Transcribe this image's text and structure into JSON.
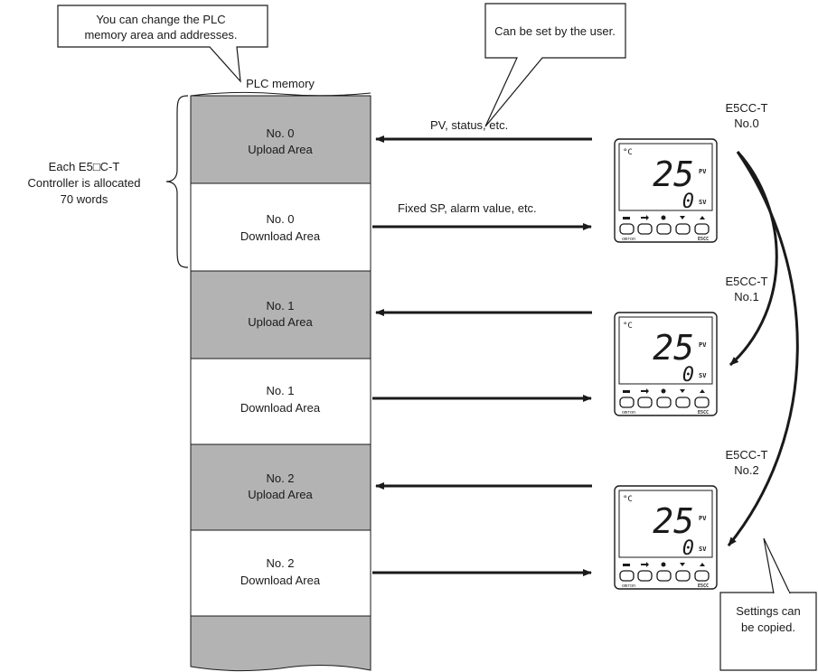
{
  "callouts": {
    "plc_memory_change": [
      "You can change the PLC",
      "memory area and addresses."
    ],
    "user_settable": "Can be set by the user.",
    "settings_copied": [
      "Settings can",
      "be copied."
    ]
  },
  "memory": {
    "title": "PLC memory",
    "blocks": [
      {
        "lines": [
          "No. 0",
          "Upload Area"
        ],
        "kind": "upload"
      },
      {
        "lines": [
          "No. 0",
          "Download Area"
        ],
        "kind": "download"
      },
      {
        "lines": [
          "No. 1",
          "Upload Area"
        ],
        "kind": "upload"
      },
      {
        "lines": [
          "No. 1",
          "Download Area"
        ],
        "kind": "download"
      },
      {
        "lines": [
          "No. 2",
          "Upload Area"
        ],
        "kind": "upload"
      },
      {
        "lines": [
          "No. 2",
          "Download Area"
        ],
        "kind": "download"
      }
    ]
  },
  "brace_label": [
    "Each E5□C-T",
    "Controller is allocated",
    "70 words"
  ],
  "arrow_labels": {
    "upload": "PV, status, etc.",
    "download": "Fixed SP, alarm value, etc."
  },
  "controllers": [
    {
      "model": "E5CC-T",
      "number": "No.0",
      "pv": "25",
      "sv": "0"
    },
    {
      "model": "E5CC-T",
      "number": "No.1",
      "pv": "25",
      "sv": "0"
    },
    {
      "model": "E5CC-T",
      "number": "No.2",
      "pv": "25",
      "sv": "0"
    }
  ],
  "display_labels": {
    "pv": "PV",
    "sv": "SV",
    "unit": "°C",
    "brand": "omron",
    "model_mark": "E5CC"
  },
  "colors": {
    "upload_fill": "#b3b3b3",
    "download_fill": "#ffffff",
    "stroke": "#1a1a1a"
  }
}
